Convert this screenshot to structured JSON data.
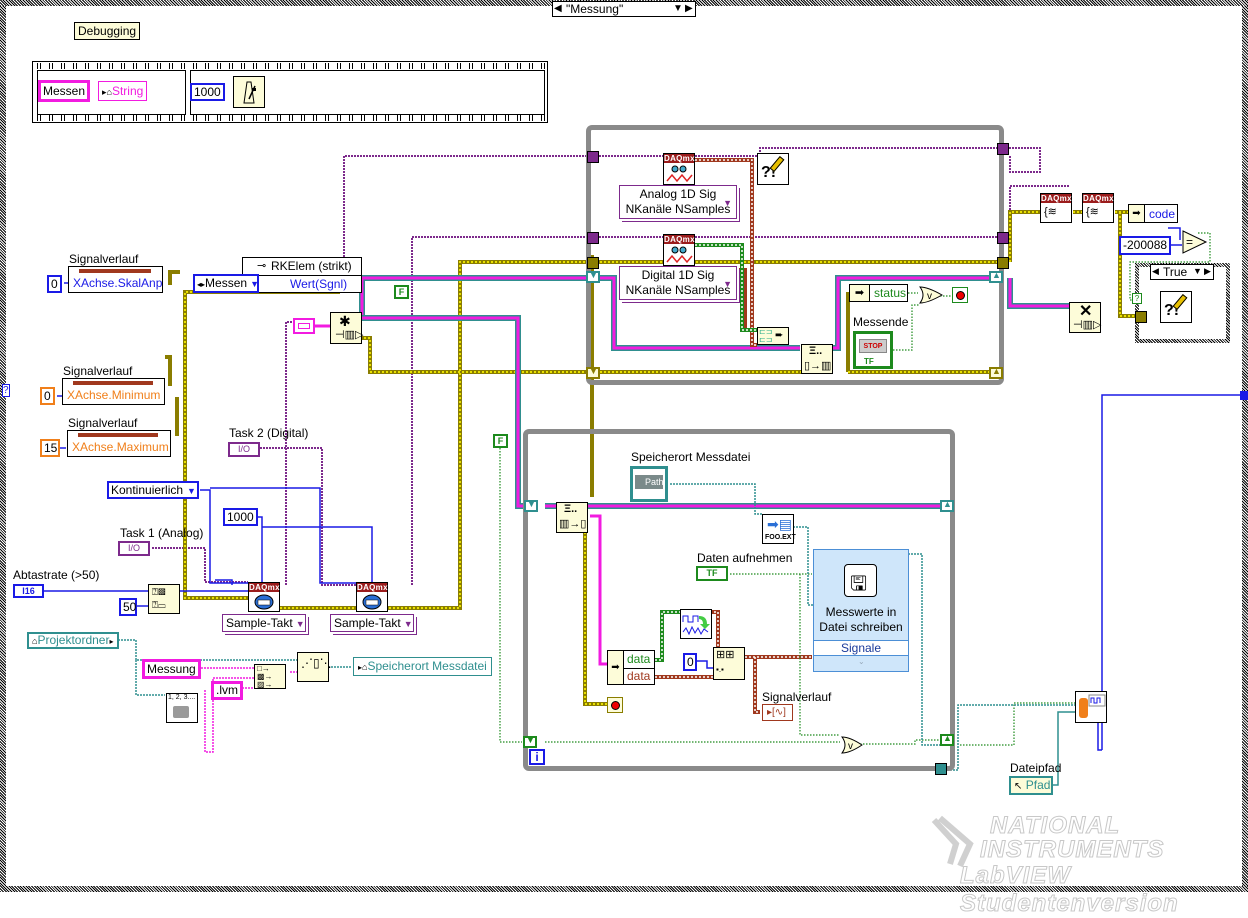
{
  "case_selector": {
    "value": "\"Messung\""
  },
  "debug_label": "Debugging",
  "sequence": {
    "frame1": {
      "string_const": "Messen",
      "local_var": "String"
    },
    "frame2": {
      "wait_ms": "1000"
    }
  },
  "property_nodes": [
    {
      "label": "Signalverlauf",
      "property": "XAchse.SkalAnp",
      "input": "0"
    },
    {
      "label": "Signalverlauf",
      "property": "XAchse.Minimum",
      "input": "0"
    },
    {
      "label": "Signalverlauf",
      "property": "XAchse.Maximum",
      "input": "15"
    }
  ],
  "unknown_terminal": "?",
  "enqueue_node": {
    "title": "RKElem (strikt)",
    "enum_value": "Messen",
    "element": "Wert(Sgnl)"
  },
  "false_const": "F",
  "false_const2": "F",
  "task2": {
    "label": "Task 2 (Digital)",
    "value": "I/O"
  },
  "task1": {
    "label": "Task 1 (Analog)",
    "value": "I/O"
  },
  "sample_mode": "Kontinuierlich",
  "samples_const": "1000",
  "rate": {
    "label": "Abtastrate (>50)",
    "type": "I16",
    "min": "50"
  },
  "timing": [
    {
      "header": "DAQmx",
      "mode": "Sample-Takt"
    },
    {
      "header": "DAQmx",
      "mode": "Sample-Takt"
    }
  ],
  "path_build": {
    "project_folder": "Projektordner",
    "name_const": "Messung",
    "ext_const": ".lvm",
    "autonum": "1, 2, 3....",
    "output_var": "Speicherort Messdatei"
  },
  "upper_loop": {
    "read1": {
      "header": "DAQmx",
      "mode_line1": "Analog 1D Sig",
      "mode_line2": "NKanäle NSamples"
    },
    "read2": {
      "header": "DAQmx",
      "mode_line1": "Digital 1D Sig",
      "mode_line2": "NKanäle NSamples"
    },
    "status_label": "status",
    "stop_label": "Messende",
    "stop_btn": "STOP",
    "stop_tf": "TF"
  },
  "right_area": {
    "clear_headers": [
      "DAQmx",
      "DAQmx"
    ],
    "code_label": "code",
    "error_const": "-200088",
    "case_value": "True"
  },
  "lower_loop": {
    "path_label": "Speicherort Messdatei",
    "path_text": "Path",
    "file_icon": "FOO.EXT",
    "daten_label": "Daten aufnehmen",
    "tf": "TF",
    "unbundle": [
      "data",
      "data"
    ],
    "index_const": "0",
    "express_title_1": "Messwerte in",
    "express_title_2": "Datei schreiben",
    "express_input": "Signale",
    "graph_label": "Signalverlauf",
    "iteration": "i"
  },
  "dateipfad": {
    "label": "Dateipfad",
    "value": "Pfad"
  },
  "watermark": {
    "line1": "NATIONAL",
    "line2": "INSTRUMENTS",
    "line3": "LabVIEW Studentenversion"
  },
  "colors": {
    "border_hatch": "#000000",
    "frame_gray": "#8a8a8a",
    "error_yellow": "#c8c000",
    "path_teal": "#2f8f8f",
    "string_pink": "#f21be0",
    "task_purple": "#7d2a8c",
    "int_blue": "#1a1ae6",
    "bool_green": "#1d8a1d",
    "wave_brown": "#a0381e"
  }
}
